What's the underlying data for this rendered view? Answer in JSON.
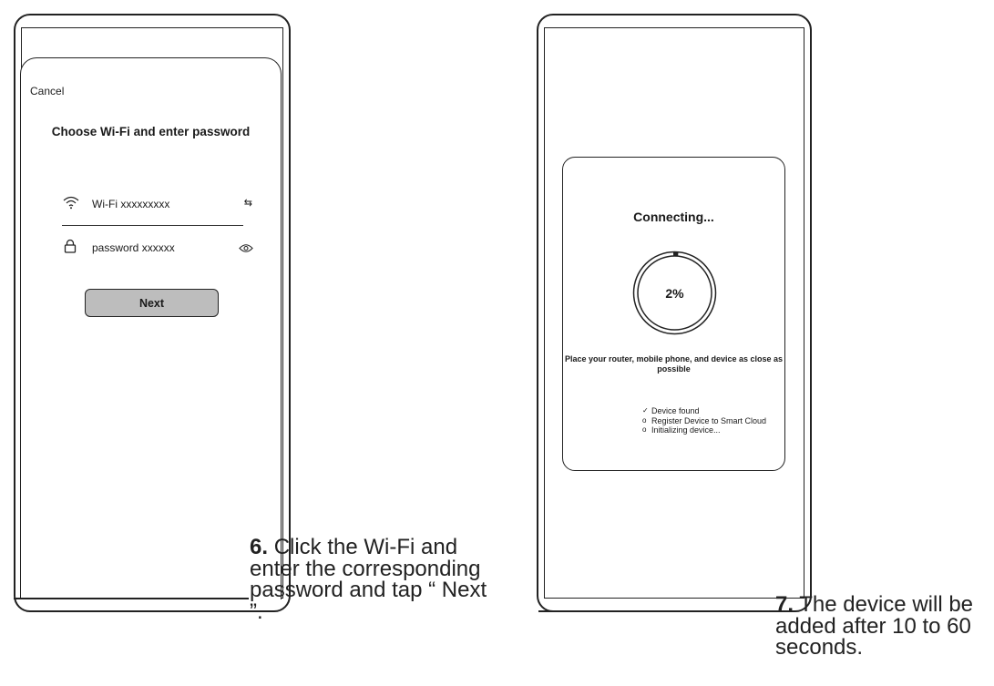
{
  "screen1": {
    "cancel_label": "Cancel",
    "title": "Choose Wi-Fi and enter password",
    "wifi": {
      "icon": "wifi-icon",
      "value": "Wi-Fi xxxxxxxxx",
      "action_icon": "swap-icon"
    },
    "password": {
      "icon": "lock-icon",
      "value": "password xxxxxx",
      "action_icon": "eye-icon"
    },
    "next_label": "Next"
  },
  "screen2": {
    "title": "Connecting...",
    "progress_label": "2%",
    "progress_fraction": 0.02,
    "hint": "Place your router, mobile phone, and device as close as possible",
    "steps": [
      {
        "mark": "✓",
        "label": "Device found"
      },
      {
        "mark": "o",
        "label": "Register Device to Smart Cloud"
      },
      {
        "mark": "o",
        "label": "Initializing device..."
      }
    ]
  },
  "callouts": {
    "step6": {
      "number": "6.",
      "text": "Click the Wi-Fi and enter the corresponding password and tap “ Next ”."
    },
    "step7": {
      "number": "7.",
      "text": "The device will be added after 10 to 60 seconds."
    }
  },
  "colors": {
    "stroke": "#222222",
    "button_fill": "#bdbdbd",
    "background": "#ffffff"
  }
}
